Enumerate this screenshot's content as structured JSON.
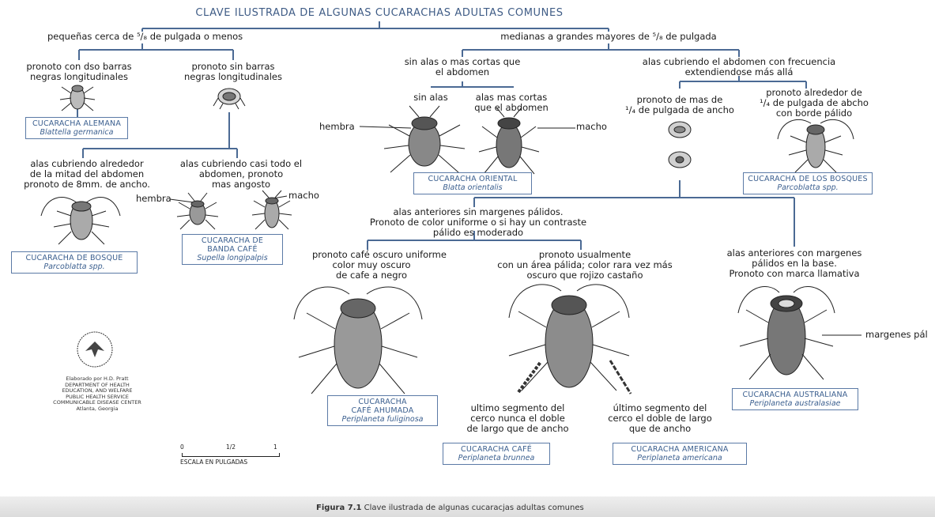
{
  "title": "CLAVE ILUSTRADA DE ALGUNAS CUCARACHAS ADULTAS COMUNES",
  "branches": {
    "small": "pequeñas cerca de ⁵/₈ de pulgada o menos",
    "large": "medianas a grandes mayores de ⁵/₈ de pulgada"
  },
  "small": {
    "two_bars": [
      "pronoto con dso barras",
      "negras longitudinales"
    ],
    "no_bars": [
      "pronoto sin barras",
      "negras longitudinales"
    ],
    "german": {
      "name": "CUCARACHA ALEMANA",
      "species": "Blattella germanica"
    },
    "wings_half": [
      "alas cubriendo alrededor",
      "de la mitad del abdomen",
      "pronoto de 8mm. de ancho."
    ],
    "wings_most": [
      "alas cubriendo casi todo el",
      "abdomen, pronoto",
      "mas angosto"
    ],
    "female": "hembra",
    "male": "macho",
    "wood": {
      "name": "CUCARACHA DE BOSQUE",
      "species": "Parcoblatta spp."
    },
    "brownband": {
      "name1": "CUCARACHA DE",
      "name2": "BANDA CAFÉ",
      "species": "Supella longipalpis"
    }
  },
  "large": {
    "wingless": [
      "sin alas o mas cortas que",
      "el abdomen"
    ],
    "winged": [
      "alas cubriendo el abdomen con frecuencia",
      "extendiendose más allá"
    ],
    "no_wings": "sin alas",
    "short_wings": [
      "alas mas cortas",
      "que el abdomen"
    ],
    "female": "hembra",
    "male": "macho",
    "oriental": {
      "name": "CUCARACHA ORIENTAL",
      "species": "Blatta orientalis"
    },
    "pronotum_wide": [
      "pronoto de mas de",
      "¹/₄ de pulgada de ancho"
    ],
    "pronotum_pale": [
      "pronoto alrededor de",
      "¹/₄ de pulgada de abcho",
      "con borde pálido"
    ],
    "woods": {
      "name": "CUCARACHA DE LOS BOSQUES",
      "species": "Parcoblatta spp."
    },
    "no_pale": [
      "alas anteriores sin margenes pálidos.",
      "Pronoto de color uniforme o si hay un contraste",
      "pálido es moderado"
    ],
    "pale_margins": [
      "alas anteriores con margenes",
      "pálidos en la base.",
      "Pronoto con marca llamativa"
    ],
    "dark": [
      "pronoto café oscuro uniforme",
      "color muy oscuro",
      "de cafe a negro"
    ],
    "usual": [
      "pronoto usualmente",
      "con un área pálida; color rara vez más",
      "oscuro que rojizo castaño"
    ],
    "margins_label": "margenes pál",
    "smokybrown": {
      "name1": "CUCARACHA",
      "name2": "CAFÉ AHUMADA",
      "species": "Periplaneta fuliginosa"
    },
    "australian": {
      "name": "CUCARACHA AUSTRALIANA",
      "species": "Periplaneta australasiae"
    },
    "cerci_short": [
      "ultimo segmento del",
      "cerco nunca el doble",
      "de largo que de ancho"
    ],
    "cerci_long": [
      "último segmento del",
      "cerco el doble de largo",
      "que de ancho"
    ],
    "brown": {
      "name": "CUCARACHA CAFÉ",
      "species": "Periplaneta brunnea"
    },
    "american": {
      "name": "CUCARACHA AMERICANA",
      "species": "Periplaneta americana"
    }
  },
  "credit": [
    "Elaborado por H.D. Pratt",
    "DEPARTMENT OF HEALTH",
    "EDUCATION, AND WELFARE",
    "PUBLIC HEALTH SERVICE",
    "COMMUNICABLE DISEASE CENTER",
    "Atlanta, Georgia"
  ],
  "scale": {
    "ticks": [
      "0",
      "1/2",
      "1"
    ],
    "label": "ESCALA EN PULGADAS"
  },
  "caption": {
    "prefix": "Figura 7.1",
    "text": " Clave ilustrada de algunas cucaracjas adultas comunes"
  }
}
